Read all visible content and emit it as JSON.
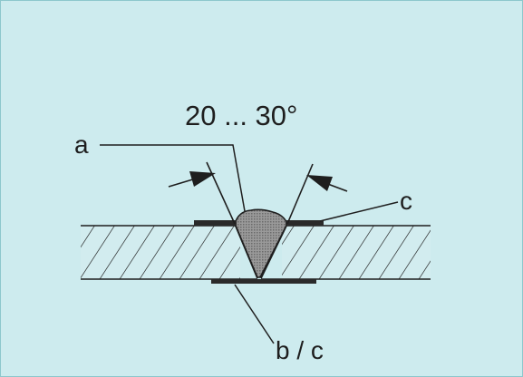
{
  "diagram": {
    "angle_label": "20 ... 30°",
    "label_a": "a",
    "label_c": "c",
    "label_bc": "b / c"
  },
  "colors": {
    "background": "#cdebee",
    "line": "#1e1e1e",
    "weld_fill": "#8a8a8a",
    "plate_fill": "#d2ecef"
  }
}
